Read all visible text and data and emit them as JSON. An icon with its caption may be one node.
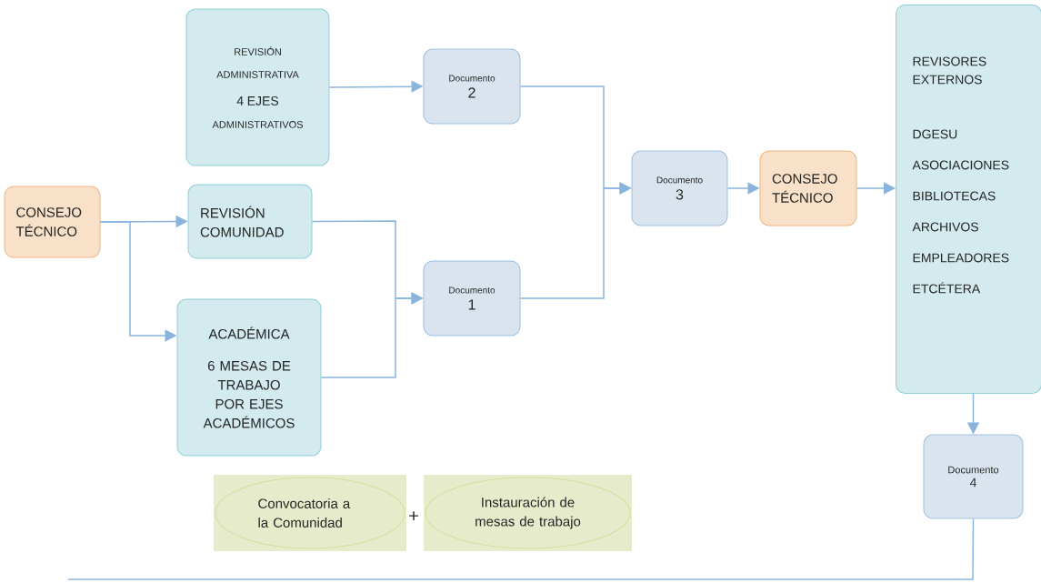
{
  "diagram": {
    "nodes": [
      {
        "text": [
          "CONSEJO TÉCNICO"
        ]
      },
      {
        "text": [
          "REVISIÓN",
          "ADMINISTRATIVA",
          "4 EJES",
          "ADMINISTRATIVOS"
        ]
      },
      {
        "text": [
          "Documento",
          "2"
        ]
      },
      {
        "text": [
          "REVISIÓN COMUNIDAD"
        ]
      },
      {
        "text": [
          "Documento",
          "1"
        ]
      },
      {
        "text": [
          "ACADÉMICA",
          "6 MESAS DE TRABAJO POR EJES ACADÉMICOS"
        ]
      },
      {
        "text": [
          "Documento",
          "3"
        ]
      },
      {
        "text": [
          "CONSEJO TÉCNICO"
        ]
      },
      {
        "text": [
          "REVISORES EXTERNOS",
          "DGESU",
          "ASOCIACIONES",
          "BIBLIOTECAS",
          "ARCHIVOS",
          "EMPLEADORES",
          "ETCÉTERA"
        ]
      },
      {
        "text": [
          "Documento",
          "4"
        ]
      },
      {
        "text": [
          "Convocatoria a la Comunidad"
        ]
      },
      {
        "text": [
          "Instauración de mesas de trabajo"
        ]
      }
    ],
    "edges": [
      {
        "from": 0,
        "to": 3,
        "arrow": "to"
      },
      {
        "from": 0,
        "to": 5,
        "arrow": "to"
      },
      {
        "from": 1,
        "to": 2,
        "arrow": "to"
      },
      {
        "from": 3,
        "to": 4,
        "arrow": "to"
      },
      {
        "from": 5,
        "to": 4,
        "arrow": "to"
      },
      {
        "from": 2,
        "to": 6,
        "arrow": "to"
      },
      {
        "from": 4,
        "to": 6,
        "arrow": "to"
      },
      {
        "from": 6,
        "to": 7,
        "arrow": "to"
      },
      {
        "from": 7,
        "to": 8,
        "arrow": "to"
      },
      {
        "from": 8,
        "to": 9,
        "arrow": "to"
      },
      {
        "from": 9,
        "to": null,
        "arrow": "none"
      }
    ],
    "labels": [
      "+"
    ]
  }
}
